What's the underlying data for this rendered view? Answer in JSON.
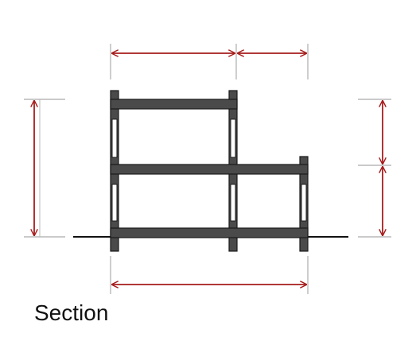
{
  "caption": "Section",
  "colors": {
    "structure": "#4a4a4a",
    "structure_stroke": "#1a1a1a",
    "dimension": "#a61c1c",
    "extension": "#b8b8b8",
    "ground": "#111111",
    "window_fill": "#ffffff"
  },
  "building": {
    "bays": 2,
    "floors_left_bay": 2,
    "floors_right_bay": 1
  },
  "dimensions": {
    "top": [
      "left-bay-width",
      "right-bay-width"
    ],
    "bottom": [
      "total-width"
    ],
    "left": [
      "total-height"
    ],
    "right": [
      "upper-floor-height",
      "lower-floor-height"
    ]
  }
}
